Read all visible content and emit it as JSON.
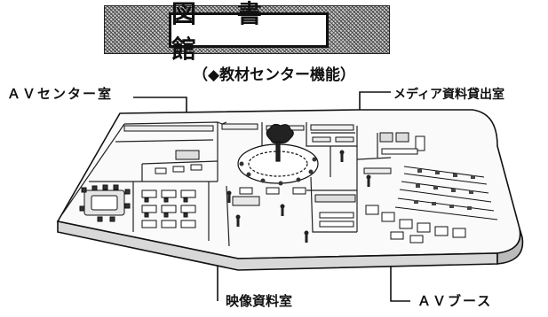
{
  "title": "図 書 館",
  "subtitle": "（◆教材センター機能）",
  "callouts": {
    "av_center": "ＡＶセンター室",
    "media_lending": "メディア資料貸出室",
    "video_materials": "映像資料室",
    "av_booth": "ＡＶブース"
  }
}
